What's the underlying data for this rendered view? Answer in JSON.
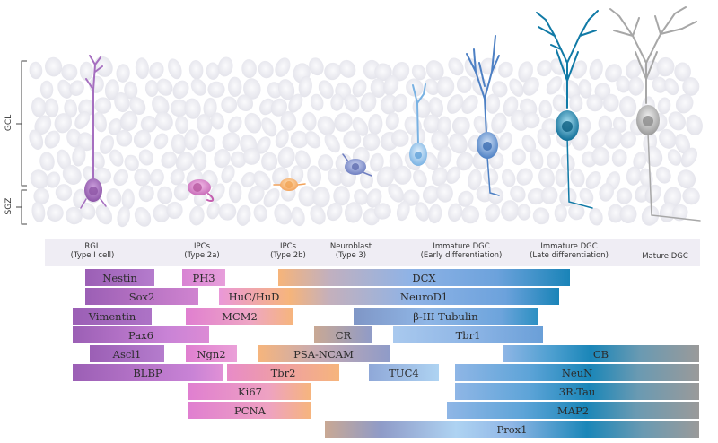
{
  "layers": {
    "gcl": "GCL",
    "sgz": "SGZ"
  },
  "stages": [
    {
      "label": "RGL\n(Type I cell)"
    },
    {
      "label": "IPCs\n(Type 2a)"
    },
    {
      "label": "IPCs\n(Type 2b)"
    },
    {
      "label": "Neuroblast\n(Type 3)"
    },
    {
      "label": "Immature DGC\n(Early differentiation)"
    },
    {
      "label": "Immature DGC\n(Late differentiation)"
    },
    {
      "label": "Mature DGC"
    }
  ],
  "markers": [
    {
      "label": "Nestin"
    },
    {
      "label": "PH3"
    },
    {
      "label": "DCX"
    },
    {
      "label": "Sox2"
    },
    {
      "label": "HuC/HuD"
    },
    {
      "label": "NeuroD1"
    },
    {
      "label": "Vimentin"
    },
    {
      "label": "MCM2"
    },
    {
      "label": "β-III Tubulin"
    },
    {
      "label": "Pax6"
    },
    {
      "label": "CR"
    },
    {
      "label": "Tbr1"
    },
    {
      "label": "Ascl1"
    },
    {
      "label": "Ngn2"
    },
    {
      "label": "PSA-NCAM"
    },
    {
      "label": "CB"
    },
    {
      "label": "BLBP"
    },
    {
      "label": "Tbr2"
    },
    {
      "label": "TUC4"
    },
    {
      "label": "NeuN"
    },
    {
      "label": "Ki67"
    },
    {
      "label": "3R-Tau"
    },
    {
      "label": "PCNA"
    },
    {
      "label": "MAP2"
    },
    {
      "label": "Prox1"
    }
  ],
  "colors": {
    "purple": "#9b5fb5",
    "pink": "#e07fd0",
    "orange": "#f6b57c",
    "blue": "#8fb6e6",
    "teal": "#1a86b8",
    "gray": "#9a9a9a"
  }
}
